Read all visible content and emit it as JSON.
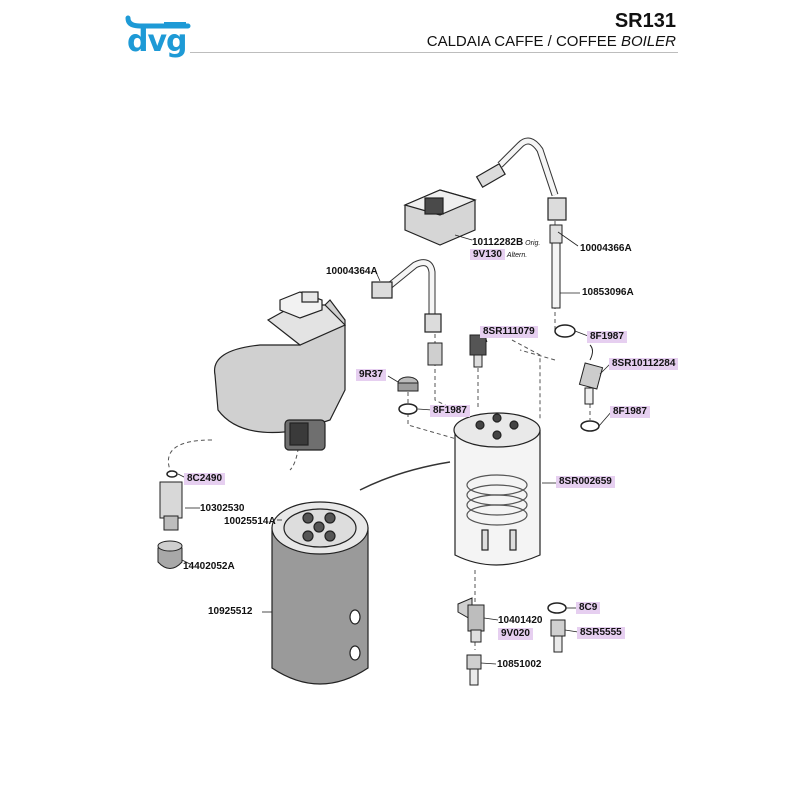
{
  "header": {
    "brand": "dvg",
    "model": "SR131",
    "title_plain": "CALDAIA CAFFE / COFFEE",
    "title_italic": "BOILER"
  },
  "colors": {
    "brand": "#1e9ad6",
    "highlight": "#e6cff0",
    "line": "#222222",
    "grey_fill": "#9a9a9a"
  },
  "parts": [
    {
      "code": "10112282B",
      "note": "Orig.",
      "highlight": false
    },
    {
      "code": "9V130",
      "note": "Altern.",
      "highlight": true
    },
    {
      "code": "10004366A",
      "highlight": false
    },
    {
      "code": "10004364A",
      "highlight": false
    },
    {
      "code": "10853096A",
      "highlight": false
    },
    {
      "code": "8SR111079",
      "highlight": true
    },
    {
      "code": "8F1987",
      "highlight": true
    },
    {
      "code": "9R37",
      "highlight": true
    },
    {
      "code": "8SR10112284",
      "highlight": true
    },
    {
      "code": "8F1987",
      "highlight": true
    },
    {
      "code": "8F1987",
      "highlight": true
    },
    {
      "code": "8C2490",
      "highlight": true
    },
    {
      "code": "8SR002659",
      "highlight": true
    },
    {
      "code": "10302530",
      "highlight": false
    },
    {
      "code": "10025514A",
      "highlight": false
    },
    {
      "code": "14402052A",
      "highlight": false
    },
    {
      "code": "10925512",
      "highlight": false
    },
    {
      "code": "8C9",
      "highlight": true
    },
    {
      "code": "10401420",
      "highlight": false
    },
    {
      "code": "9V020",
      "highlight": true
    },
    {
      "code": "8SR5555",
      "highlight": true
    },
    {
      "code": "10851002",
      "highlight": false
    }
  ]
}
